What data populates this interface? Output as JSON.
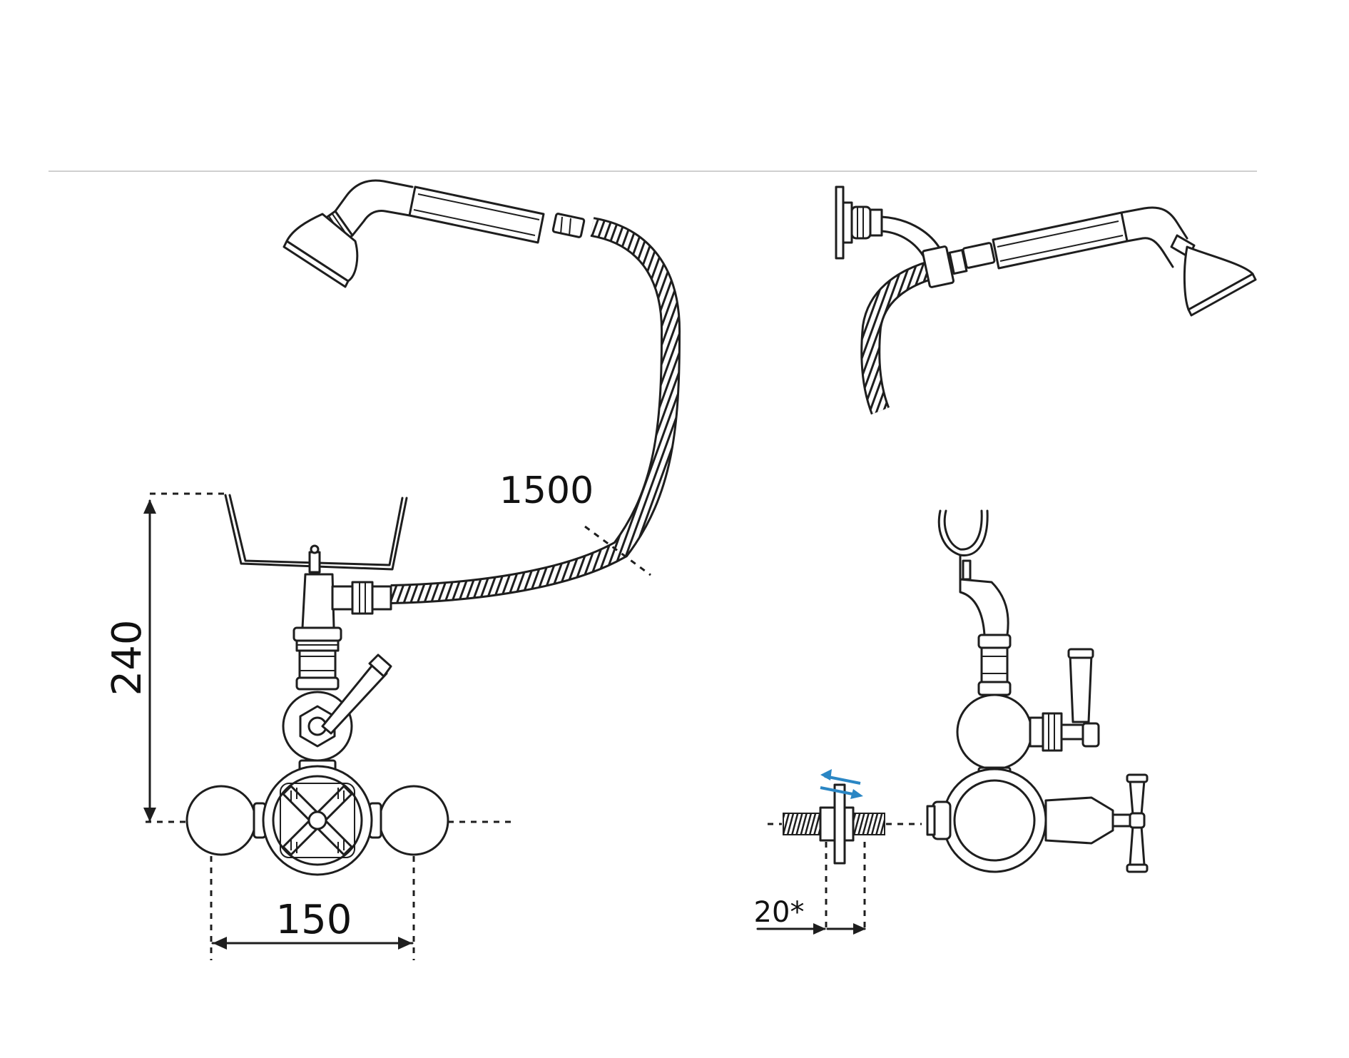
{
  "dimensions": {
    "hose_length": "1500",
    "height": "240",
    "centres": "150",
    "wall_depth": "20*"
  },
  "colors": {
    "line": "#1e1e1e",
    "adjust_arrow": "#2a86c4",
    "divider": "#d0d0d0",
    "background": "#ffffff"
  },
  "icons": {
    "adjust": "double-arrow-left-right-icon"
  }
}
